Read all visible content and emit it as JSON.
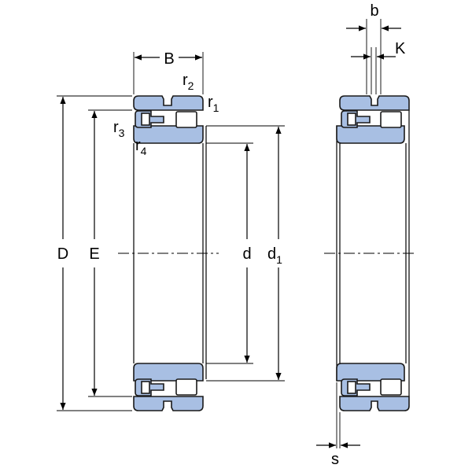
{
  "labels": {
    "B": "B",
    "r2_base": "r",
    "r2_sub": "2",
    "r1_base": "r",
    "r1_sub": "1",
    "r3_base": "r",
    "r3_sub": "3",
    "r4_base": "r",
    "r4_sub": "4",
    "D": "D",
    "E": "E",
    "d": "d",
    "d1_base": "d",
    "d1_sub": "1",
    "b": "b",
    "K": "K",
    "s": "s"
  },
  "colors": {
    "ring_fill": "#a8bfe3",
    "outline": "#1a1a1a",
    "background": "#ffffff"
  }
}
